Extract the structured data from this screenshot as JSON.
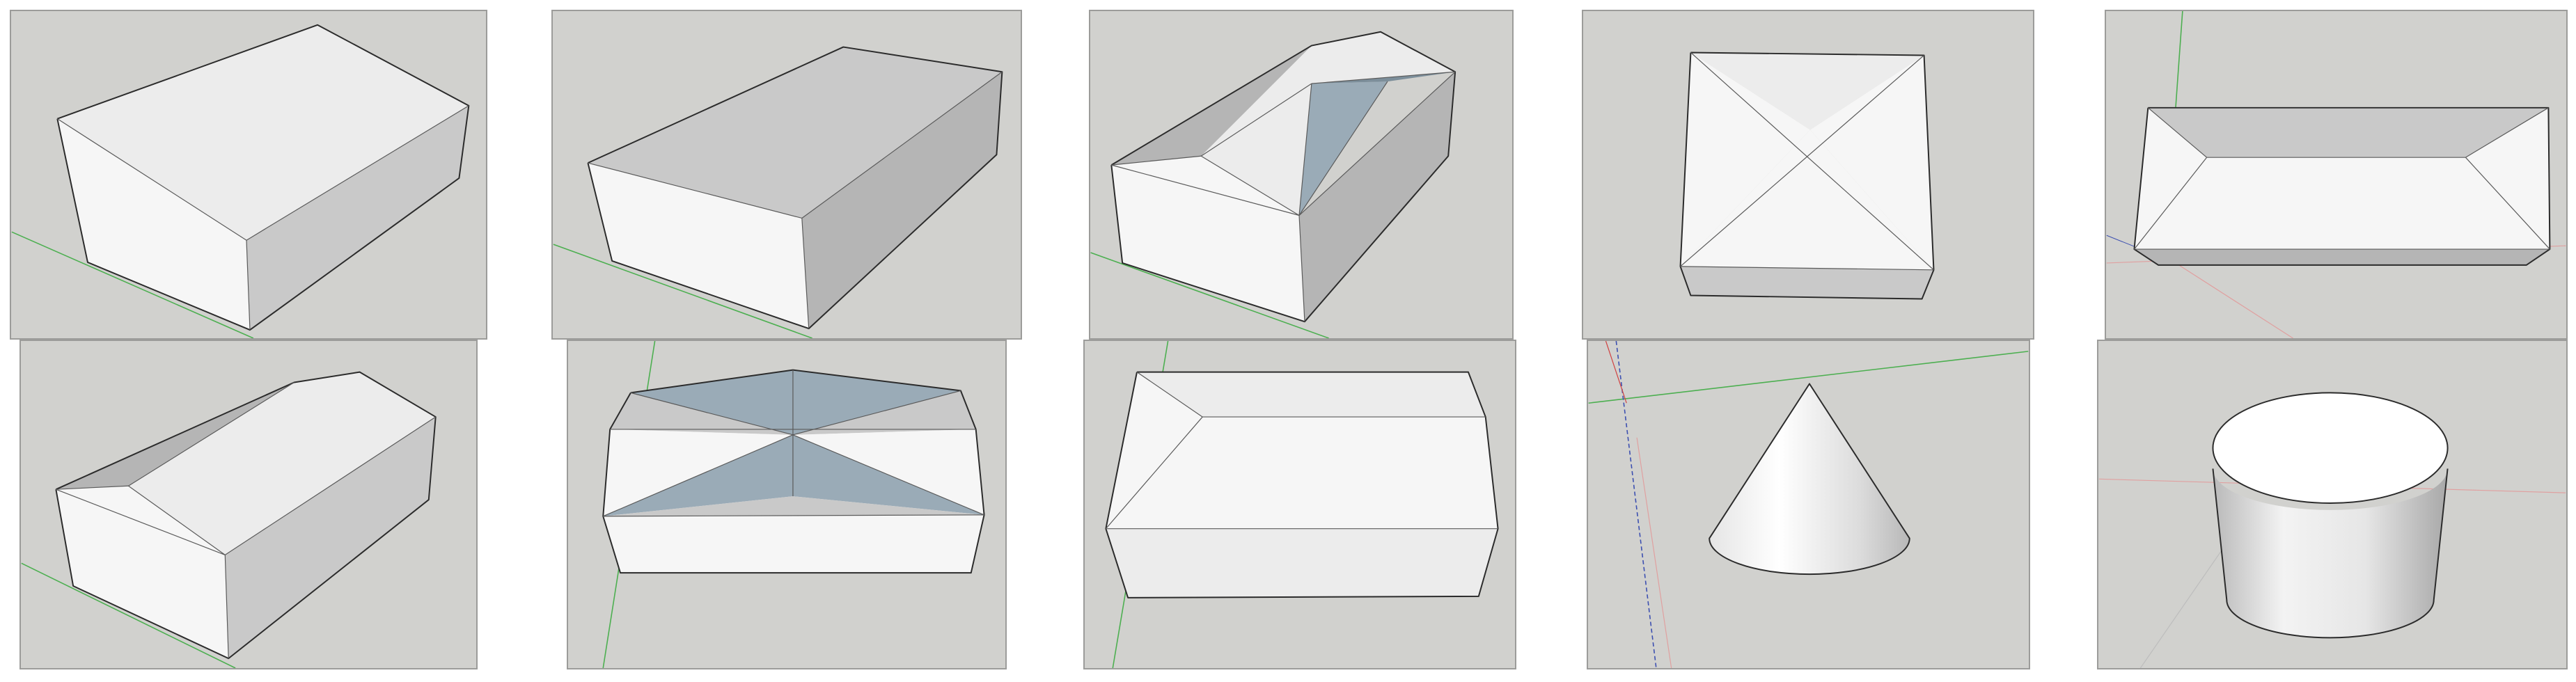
{
  "viewports": [
    {
      "model": "box"
    },
    {
      "model": "box"
    },
    {
      "model": "box-with-sloped-roof"
    },
    {
      "model": "hip-roof-top-view"
    },
    {
      "model": "tray"
    },
    {
      "model": "gable-box"
    },
    {
      "model": "double-hip"
    },
    {
      "model": "hip-roof-front-view"
    },
    {
      "model": "cone"
    },
    {
      "model": "cylinder"
    }
  ],
  "colors": {
    "background": "#d1d1ce",
    "face_light": "#f6f6f6",
    "face_top": "#ececec",
    "face_side": "#c9c9c9",
    "face_back_blue": "#9aabb7",
    "axis_green": "#4caf50",
    "axis_red": "#e0a0a0",
    "axis_blue": "#3c4fb0"
  }
}
